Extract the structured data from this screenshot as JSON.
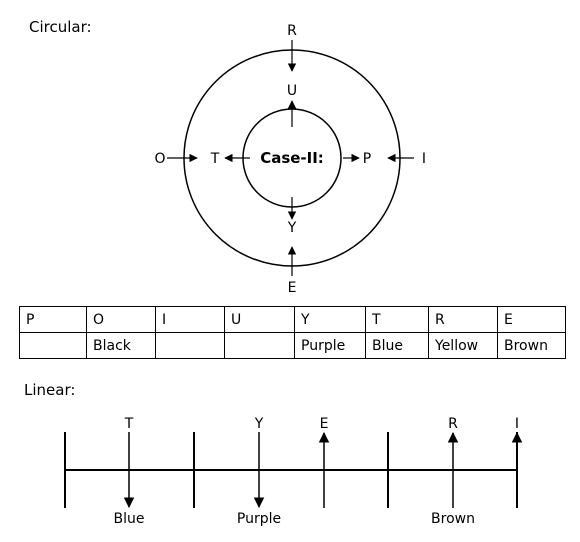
{
  "circular": {
    "label": "Circular:",
    "center_text": "Case-II:",
    "outer": {
      "top": "R",
      "left": "O",
      "right": "I",
      "bottom": "E"
    },
    "inner": {
      "top": "U",
      "left": "T",
      "right": "P",
      "bottom": "Y"
    }
  },
  "table": {
    "header": [
      "P",
      "O",
      "I",
      "U",
      "Y",
      "T",
      "R",
      "E"
    ],
    "colors": [
      "",
      "Black",
      "",
      "",
      "Purple",
      "Blue",
      "Yellow",
      "Brown"
    ]
  },
  "linear": {
    "label": "Linear:",
    "top_labels": {
      "t": "T",
      "y": "Y",
      "e": "E",
      "r": "R",
      "i": "I"
    },
    "bottom_labels": {
      "blue": "Blue",
      "purple": "Purple",
      "brown": "Brown"
    }
  }
}
